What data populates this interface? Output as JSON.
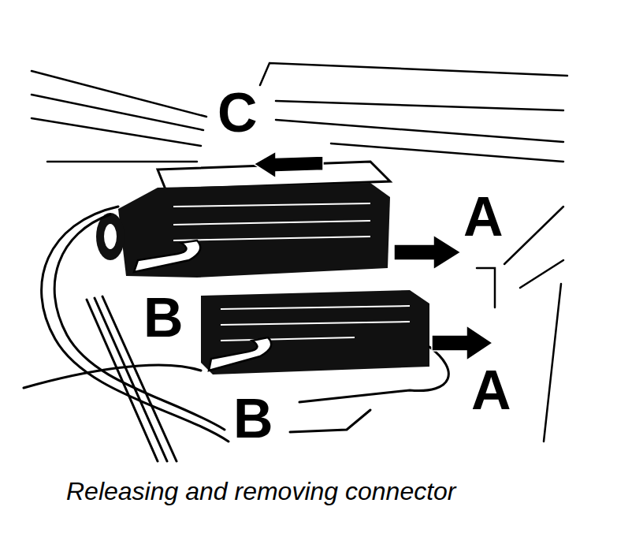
{
  "diagram": {
    "caption": "Releasing and removing connector",
    "labels": [
      "C",
      "A",
      "B",
      "A",
      "B"
    ]
  }
}
